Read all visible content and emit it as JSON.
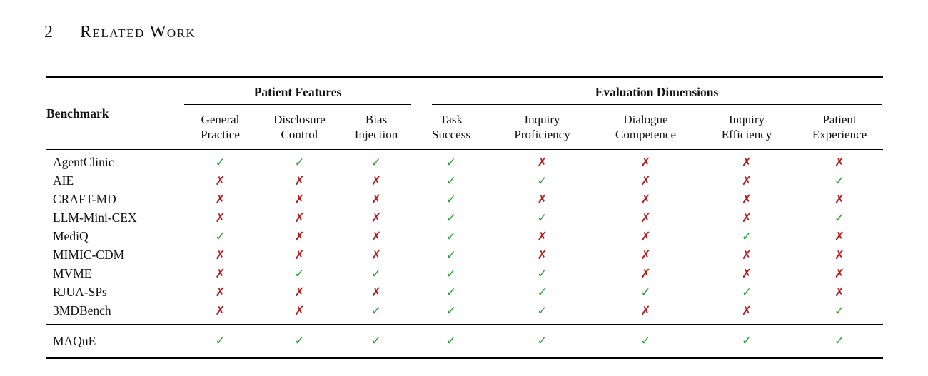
{
  "section": {
    "number": "2",
    "title": "Related Work"
  },
  "table": {
    "corner_header": "Benchmark",
    "group_headers": [
      {
        "label": "Patient Features",
        "span": 3
      },
      {
        "label": "Evaluation Dimensions",
        "span": 5
      }
    ],
    "columns": [
      {
        "label": "General\nPractice"
      },
      {
        "label": "Disclosure\nControl"
      },
      {
        "label": "Bias\nInjection"
      },
      {
        "label": "Task\nSuccess"
      },
      {
        "label": "Inquiry\nProficiency"
      },
      {
        "label": "Dialogue\nCompetence"
      },
      {
        "label": "Inquiry\nEfficiency"
      },
      {
        "label": "Patient\nExperience"
      }
    ],
    "icons": {
      "check": "✓",
      "cross": "✗"
    },
    "colors": {
      "check": "#2e9e38",
      "cross": "#b41f1f"
    },
    "rows": [
      {
        "name": "AgentClinic",
        "values": [
          true,
          true,
          true,
          true,
          false,
          false,
          false,
          false
        ]
      },
      {
        "name": "AIE",
        "values": [
          false,
          false,
          false,
          true,
          true,
          false,
          false,
          true
        ]
      },
      {
        "name": "CRAFT-MD",
        "values": [
          false,
          false,
          false,
          true,
          false,
          false,
          false,
          false
        ]
      },
      {
        "name": "LLM-Mini-CEX",
        "values": [
          false,
          false,
          false,
          true,
          true,
          false,
          false,
          true
        ]
      },
      {
        "name": "MediQ",
        "values": [
          true,
          false,
          false,
          true,
          false,
          false,
          true,
          false
        ]
      },
      {
        "name": "MIMIC-CDM",
        "values": [
          false,
          false,
          false,
          true,
          false,
          false,
          false,
          false
        ]
      },
      {
        "name": "MVME",
        "values": [
          false,
          true,
          true,
          true,
          true,
          false,
          false,
          false
        ]
      },
      {
        "name": "RJUA-SPs",
        "values": [
          false,
          false,
          false,
          true,
          true,
          true,
          true,
          false
        ]
      },
      {
        "name": "3MDBench",
        "values": [
          false,
          false,
          true,
          true,
          true,
          false,
          false,
          true
        ]
      }
    ],
    "footer_rows": [
      {
        "name": "MAQuE",
        "values": [
          true,
          true,
          true,
          true,
          true,
          true,
          true,
          true
        ]
      }
    ]
  }
}
